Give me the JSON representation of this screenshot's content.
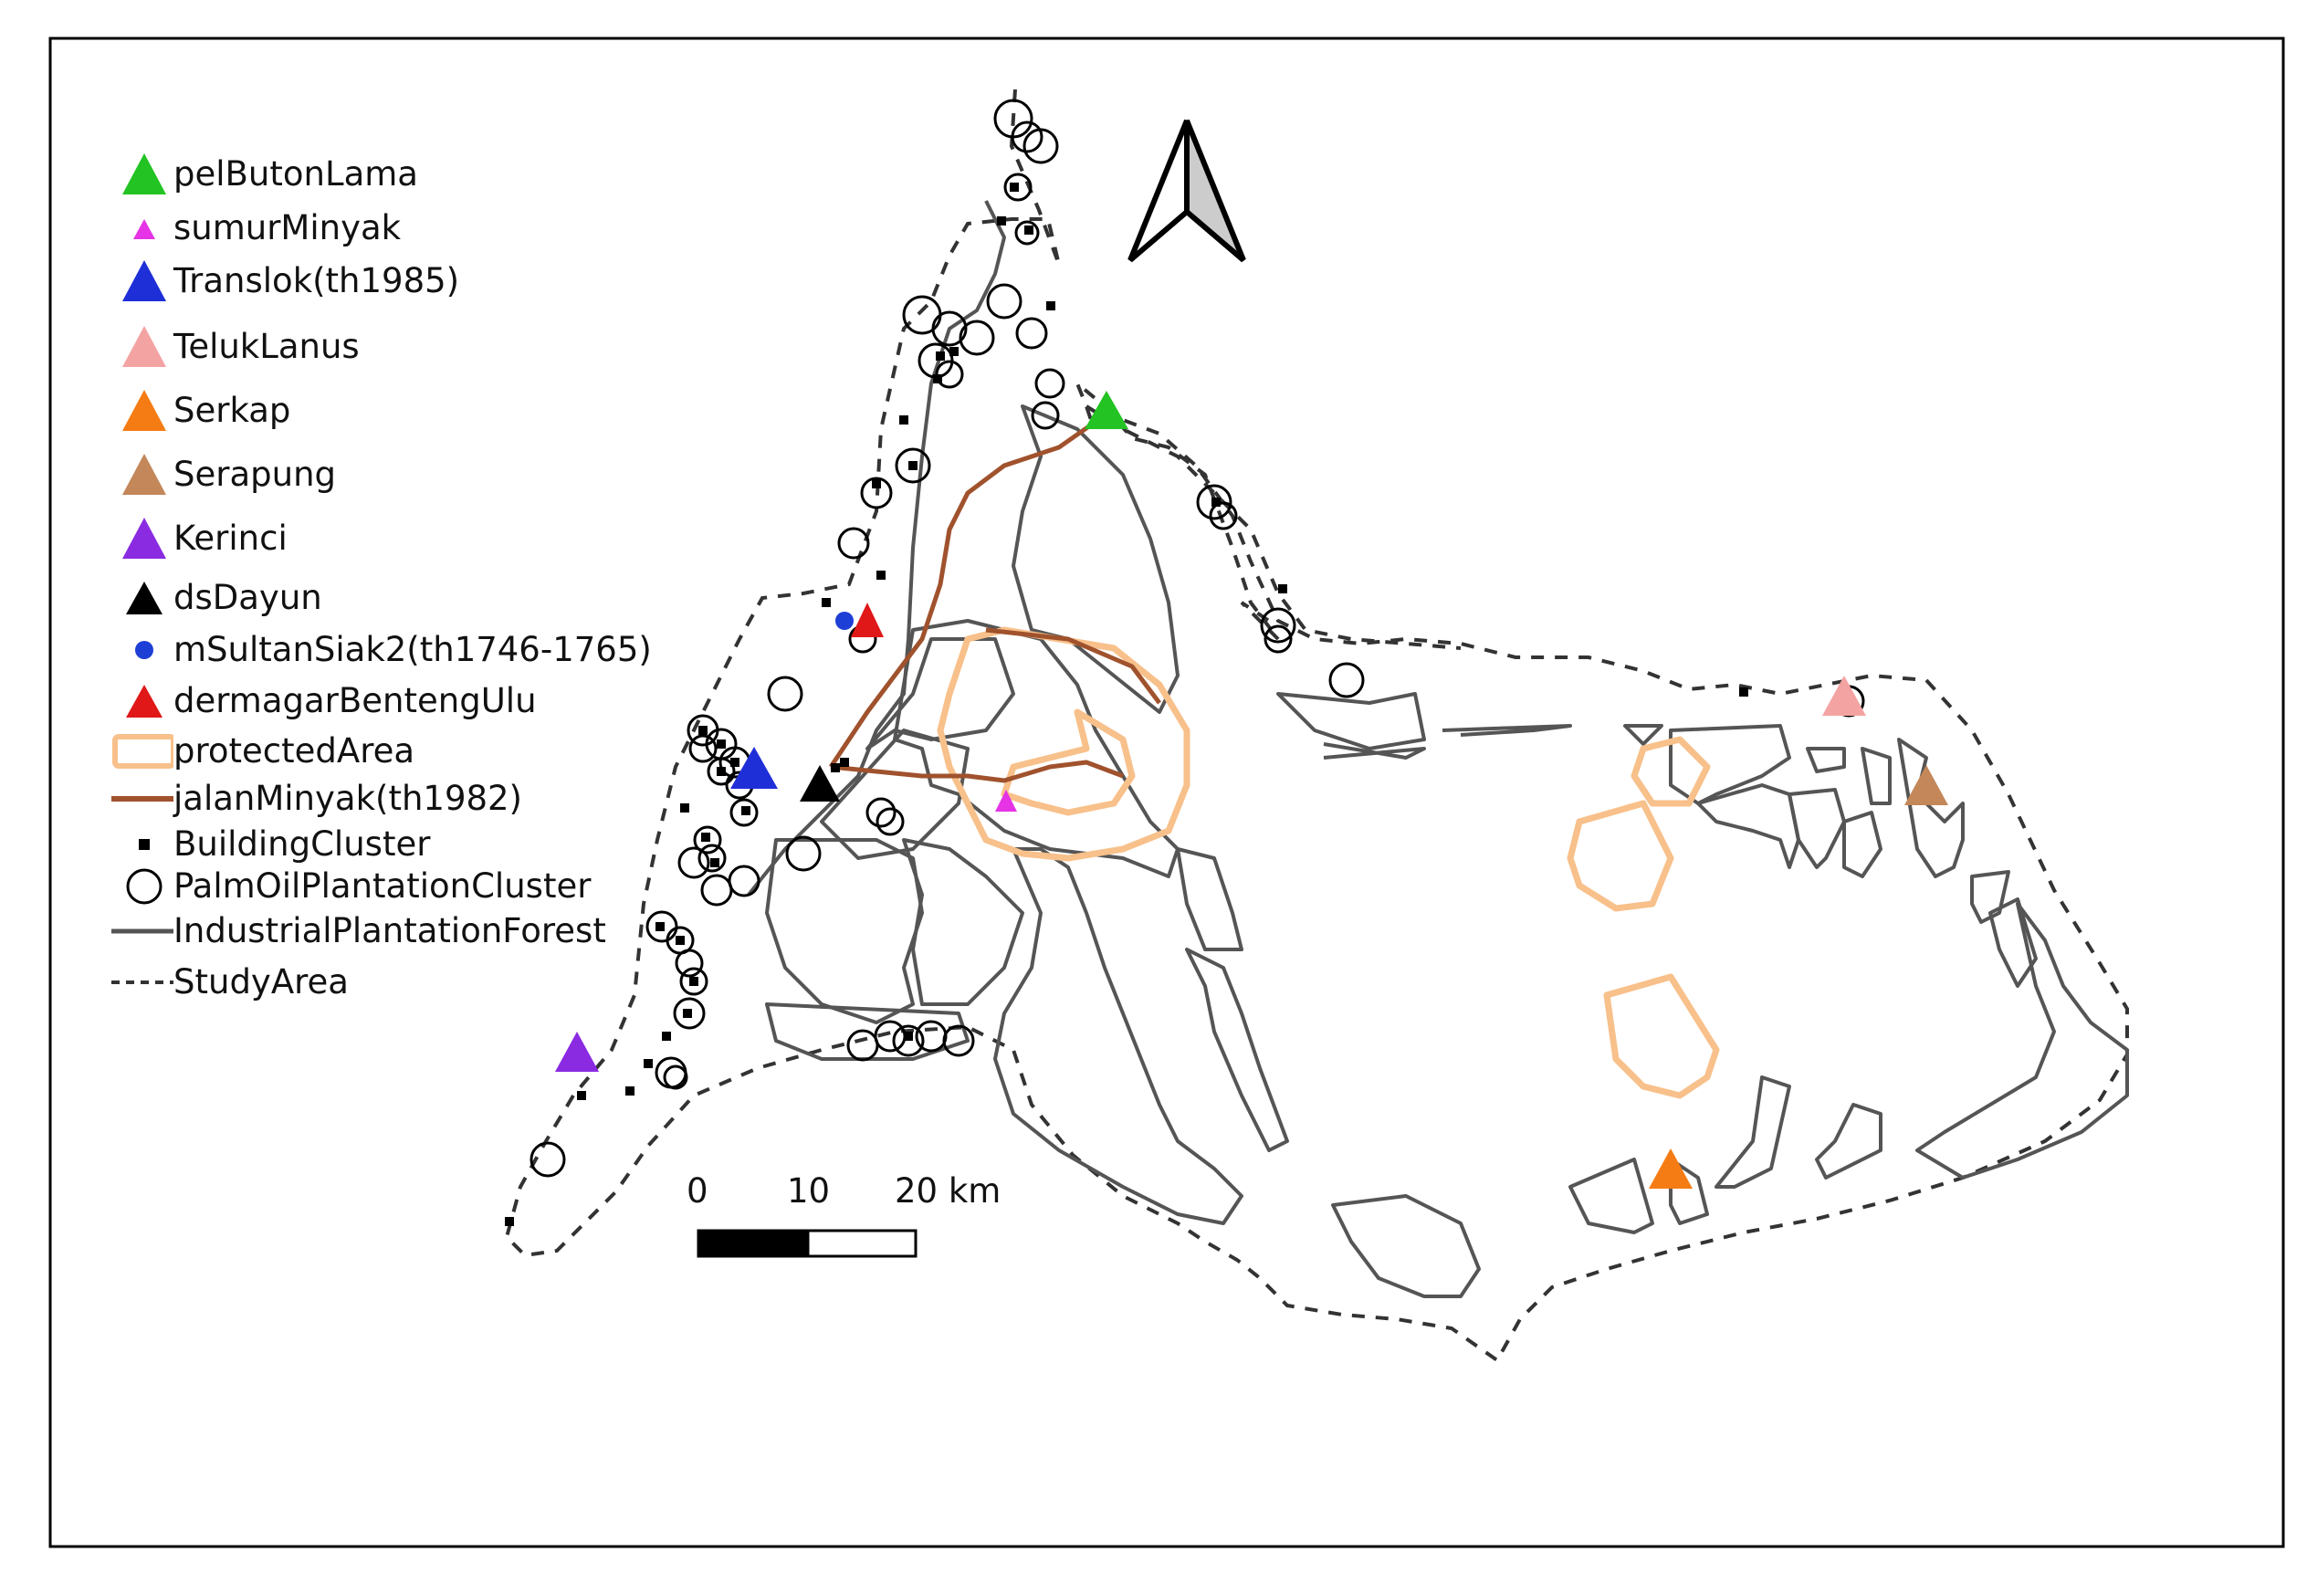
{
  "legend": {
    "items": [
      {
        "label": "pelButonLama",
        "symbol": "triangle",
        "color": "#22c322"
      },
      {
        "label": "sumurMinyak",
        "symbol": "small-triangle",
        "color": "#e533e5"
      },
      {
        "label": "Translok(th1985)",
        "symbol": "triangle",
        "color": "#1f2fd8"
      },
      {
        "label": "TelukLanus",
        "symbol": "triangle",
        "color": "#f4a3a3"
      },
      {
        "label": "Serkap",
        "symbol": "triangle",
        "color": "#f57c14"
      },
      {
        "label": "Serapung",
        "symbol": "triangle",
        "color": "#c3875a"
      },
      {
        "label": "Kerinci",
        "symbol": "triangle",
        "color": "#8a2be2"
      },
      {
        "label": "dsDayun",
        "symbol": "triangle",
        "color": "#000000"
      },
      {
        "label": "mSultanSiak2(th1746-1765)",
        "symbol": "dot",
        "color": "#1e3fd6"
      },
      {
        "label": "dermagarBentengUlu",
        "symbol": "triangle",
        "color": "#e01818"
      },
      {
        "label": "protectedArea",
        "symbol": "rect-outline",
        "color": "#f8c08a"
      },
      {
        "label": "jalanMinyak(th1982)",
        "symbol": "line",
        "color": "#a0522d"
      },
      {
        "label": "BuildingCluster",
        "symbol": "square",
        "color": "#000000"
      },
      {
        "label": "PalmOilPlantationCluster",
        "symbol": "circle",
        "color": "#000000"
      },
      {
        "label": "IndustrialPlantationForest",
        "symbol": "line",
        "color": "#555555"
      },
      {
        "label": "StudyArea",
        "symbol": "dashed-line",
        "color": "#333333"
      }
    ]
  },
  "scale_bar": {
    "labels": [
      "0",
      "10",
      "20 km"
    ]
  },
  "north_arrow": {
    "icon": "north-arrow-icon"
  }
}
